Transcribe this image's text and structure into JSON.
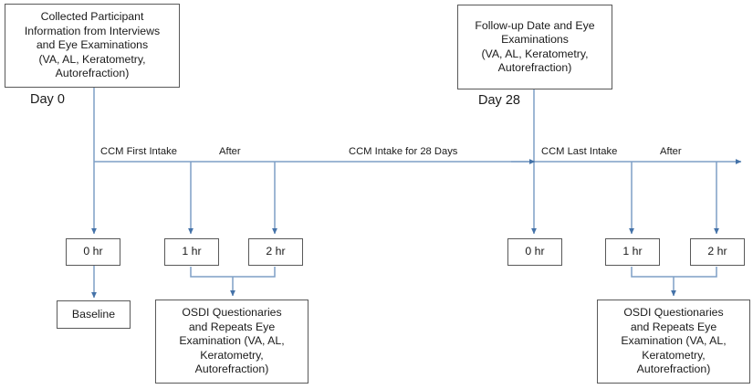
{
  "diagram": {
    "title": "Study timeline flow diagram",
    "accent_color": "#7e9fc6",
    "box_border_color": "#595959",
    "text_color": "#1a1a1a",
    "background": "#ffffff"
  },
  "boxes": {
    "baseline_visit": "Collected Participant\nInformation from Interviews\nand Eye Examinations\n(VA, AL, Keratometry,\nAutorefraction)",
    "followup_visit": "Follow-up Date and Eye\nExaminations\n(VA, AL, Keratometry,\nAutorefraction)",
    "day0_0hr": "0 hr",
    "day0_1hr": "1 hr",
    "day0_2hr": "2 hr",
    "day28_0hr": "0 hr",
    "day28_1hr": "1 hr",
    "day28_2hr": "2 hr",
    "baseline_outcome": "Baseline",
    "osdi_left": "OSDI Questionaries\nand Repeats Eye\nExamination (VA, AL,\nKeratometry,\nAutorefraction)",
    "osdi_right": "OSDI Questionaries\nand Repeats Eye\nExamination (VA, AL,\nKeratometry,\nAutorefraction)"
  },
  "labels": {
    "day0": "Day 0",
    "day28": "Day 28",
    "ccm_first_intake": "CCM First Intake",
    "after_left": "After",
    "ccm_intake_28_days": "CCM Intake for 28 Days",
    "ccm_last_intake": "CCM Last Intake",
    "after_right": "After"
  }
}
